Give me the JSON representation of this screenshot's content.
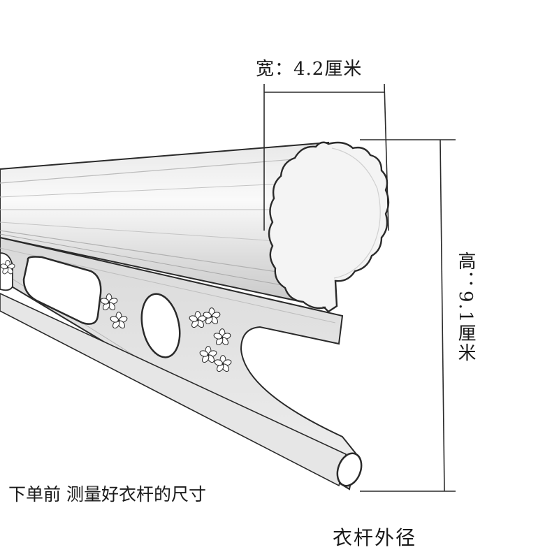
{
  "dimensions": {
    "width_label": "宽：4.2厘米",
    "height_label": "高：9.1厘米"
  },
  "note": "下单前 测量好衣杆的尺寸",
  "caption": "衣杆外径",
  "colors": {
    "ink": "#2a2a2a",
    "fill": "#f2f2f2",
    "shade": "#cfcfcf",
    "background": "#ffffff"
  },
  "icons": [
    "flower-icon"
  ]
}
